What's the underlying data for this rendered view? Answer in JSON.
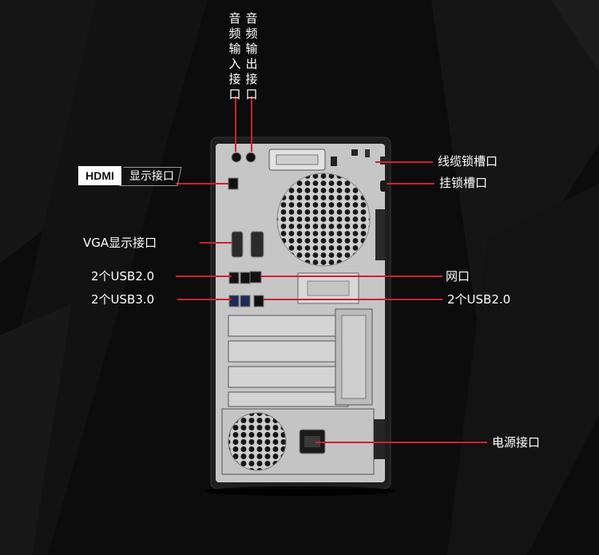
{
  "labels": {
    "audio_in": "音频输入接口",
    "audio_out": "音频输出接口",
    "hdmi_badge": "HDMI",
    "hdmi_text": "显示接口",
    "cable_lock": "线缆锁槽口",
    "padlock": "挂锁槽口",
    "vga": "VGA显示接口",
    "usb20_left": "2个USB2.0",
    "usb30_left": "2个USB3.0",
    "network": "网口",
    "usb20_right": "2个USB2.0",
    "power": "电源接口"
  },
  "colors": {
    "accent_line": "#d1202f",
    "background": "#0c0c0c",
    "chassis": "#c9c9c9",
    "frame": "#1e1e1e"
  }
}
